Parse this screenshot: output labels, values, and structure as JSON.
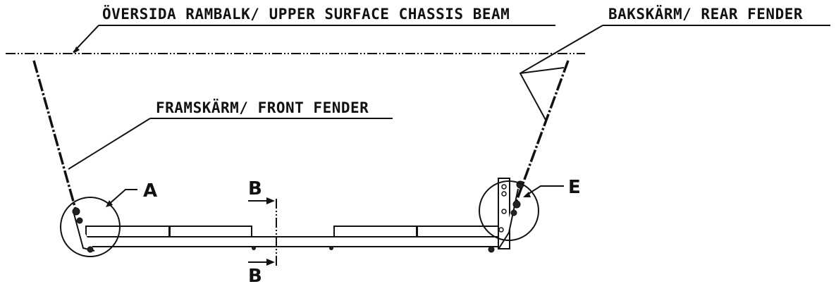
{
  "labels": {
    "upper_surface": "ÖVERSIDA RAMBALK/ UPPER SURFACE CHASSIS BEAM",
    "rear_fender": "BAKSKÄRM/ REAR FENDER",
    "front_fender": "FRAMSKÄRM/ FRONT FENDER"
  },
  "markers": {
    "detail_a": "A",
    "detail_e": "E",
    "section_b_top": "B",
    "section_b_bottom": "B"
  }
}
